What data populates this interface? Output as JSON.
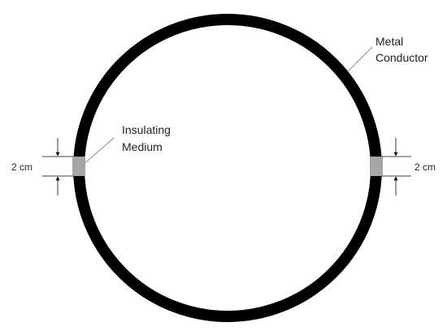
{
  "labels": {
    "conductor_line1": "Metal",
    "conductor_line2": "Conductor",
    "insulator_line1": "Insulating",
    "insulator_line2": "Medium",
    "left_gap": "2 cm",
    "right_gap": "2 cm"
  },
  "colors": {
    "conductor": "#000000",
    "insulator": "#a6a6a6",
    "leader": "#999999",
    "dimension": "#000000"
  }
}
